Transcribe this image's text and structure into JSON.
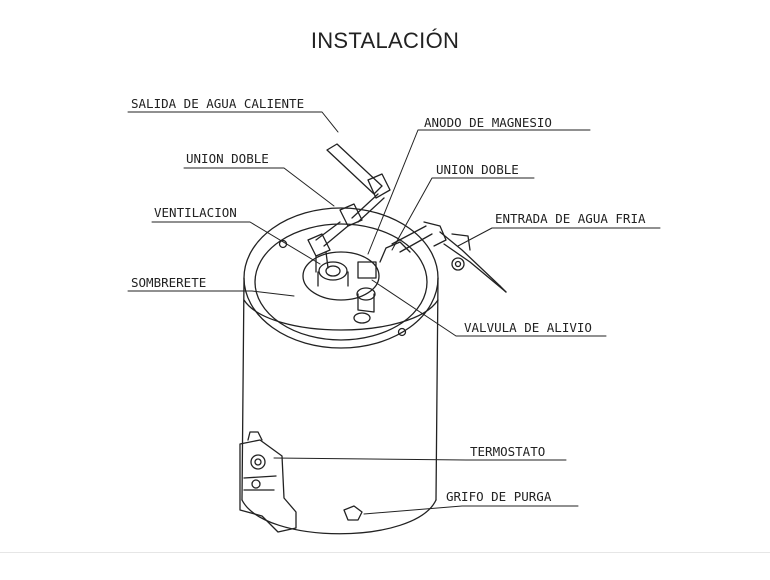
{
  "title": "INSTALACIÓN",
  "labels": {
    "salida": "SALIDA DE AGUA CALIENTE",
    "anodo": "ANODO DE MAGNESIO",
    "union_izq": "UNION DOBLE",
    "union_der": "UNION DOBLE",
    "ventilacion": "VENTILACION",
    "entrada": "ENTRADA DE AGUA FRIA",
    "sombrerete": "SOMBRERETE",
    "valvula": "VALVULA DE ALIVIO",
    "termostato": "TERMOSTATO",
    "grifo": "GRIFO DE PURGA"
  },
  "colors": {
    "line": "#222222",
    "paper": "#ffffff"
  }
}
